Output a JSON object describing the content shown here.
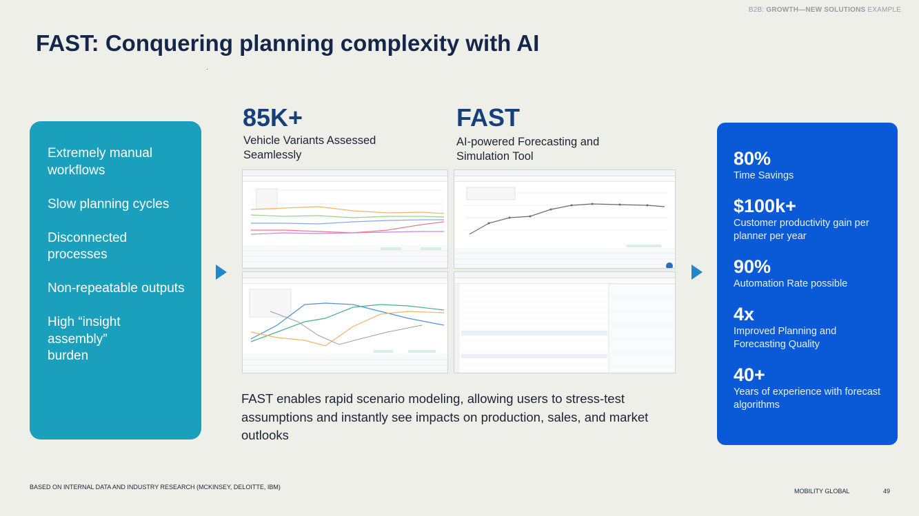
{
  "header": {
    "tag_prefix": "B2B: ",
    "tag_bold": "GROWTH—NEW SOLUTIONS",
    "tag_suffix": " EXAMPLE",
    "title": "FAST: Conquering planning complexity with AI"
  },
  "challenges": [
    "Extremely manual workflows",
    "Slow planning cycles",
    "Disconnected processes",
    "Non-repeatable outputs",
    "High “insight assembly” burden"
  ],
  "highlights": {
    "variants": {
      "value": "85K+",
      "label": "Vehicle Variants Assessed Seamlessly"
    },
    "fast": {
      "value": "FAST",
      "label": "AI-powered Forecasting and Simulation Tool"
    }
  },
  "description": "FAST enables rapid scenario modeling, allowing users to stress-test assumptions and instantly see impacts on production, sales, and market outlooks",
  "stats": [
    {
      "value": "80%",
      "label": "Time Savings"
    },
    {
      "value": "$100k+",
      "label": "Customer productivity gain per planner per year"
    },
    {
      "value": "90%",
      "label": "Automation Rate possible"
    },
    {
      "value": "4x",
      "label": "Improved Planning and Forecasting Quality"
    },
    {
      "value": "40+",
      "label": "Years of experience with forecast algorithms"
    }
  ],
  "footer": {
    "source": "BASED ON INTERNAL DATA AND INDUSTRY RESEARCH (MCKINSEY, DELOITTE, IBM)",
    "org": "MOBILITY GLOBAL",
    "page": "49"
  },
  "colors": {
    "left_panel": "#1aa0bd",
    "right_panel": "#0a5ad8",
    "arrow": "#1f88c9",
    "title": "#14274a"
  }
}
